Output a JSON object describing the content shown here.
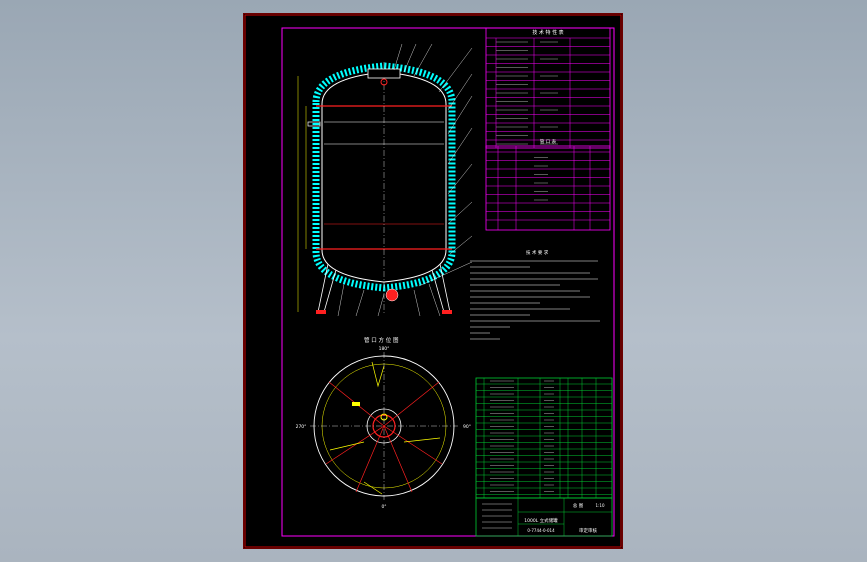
{
  "colors": {
    "background": "#9aa7b4",
    "sheet": "#000000",
    "border": "#cc0000",
    "frame": "#ff00ff",
    "vessel_outline": "#ffffff",
    "insulation": "#00ffff",
    "red_line": "#ff2020",
    "yellow": "#ffff00",
    "green_table": "#00cc33",
    "magenta_table": "#ff00ff"
  },
  "drawing": {
    "tech_table_title": "技 术 特 性 表",
    "nozzle_table_title": "管 口 表",
    "requirements_title": "技 术 要 求",
    "orientation_title": "管 口 方 位 图",
    "title_block": {
      "project": "1000L 立式储罐",
      "drawing_no": "0-7744-0-014",
      "sheet_label": "总 图",
      "approval": "审定审核",
      "ratio": "1:10"
    },
    "angle_labels": [
      "180°",
      "270°",
      "90°",
      "0°"
    ]
  }
}
